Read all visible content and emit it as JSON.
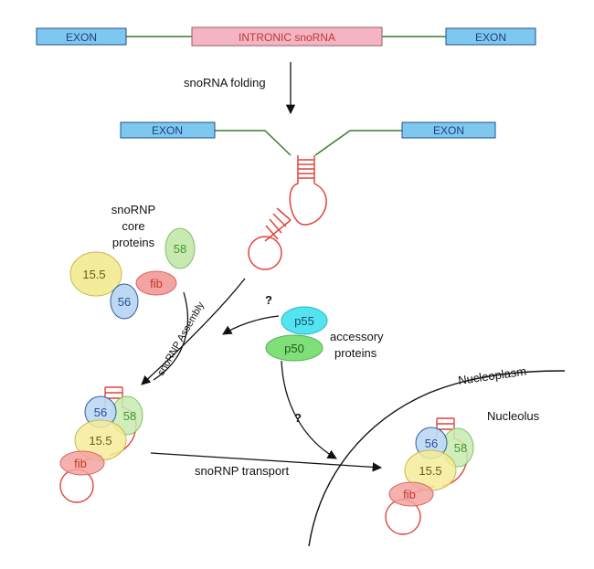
{
  "gene": {
    "exon_left": "EXON",
    "intron": "INTRONIC snoRNA",
    "exon_right": "EXON"
  },
  "folding_label": "snoRNA folding",
  "folded": {
    "exon_left": "EXON",
    "exon_right": "EXON"
  },
  "core_proteins": {
    "label_lines": [
      "snoRNP",
      "core",
      "proteins"
    ],
    "p58": "58",
    "p155": "15.5",
    "fib": "fib",
    "p56": "56"
  },
  "assembly_label": "snoRNP Assembly",
  "accessory": {
    "question_upper": "?",
    "p55": "p55",
    "p50": "p50",
    "label_lines": [
      "accessory",
      "proteins"
    ],
    "question_lower": "?"
  },
  "compartments": {
    "nucleoplasm": "Nucleoplasm",
    "nucleolus": "Nucleolus"
  },
  "assembled_left": {
    "p56": "56",
    "p58": "58",
    "p155": "15.5",
    "fib": "fib"
  },
  "transport_label": "snoRNP transport",
  "assembled_right": {
    "p56": "56",
    "p58": "58",
    "p155": "15.5",
    "fib": "fib"
  },
  "colors": {
    "exon_fill": "#7ec8f0",
    "exon_stroke": "#1f4f8a",
    "intron_fill": "#f4b4c4",
    "intron_text": "#c0392b",
    "linker_green": "#3d7a2a",
    "rna_red": "#e0443a",
    "p58_fill": "#c8eab0",
    "p58_text": "#3f9a2e",
    "p155_fill": "#f3ec9a",
    "p155_stroke": "#c9b94a",
    "fib_fill": "#f3a3a0",
    "fib_text": "#c7332a",
    "p56_fill": "#bcd8f3",
    "p56_stroke": "#2f5d9e",
    "p56_text": "#2b4f9a",
    "p55_fill": "#52e4f0",
    "p50_fill": "#7fe07a"
  }
}
